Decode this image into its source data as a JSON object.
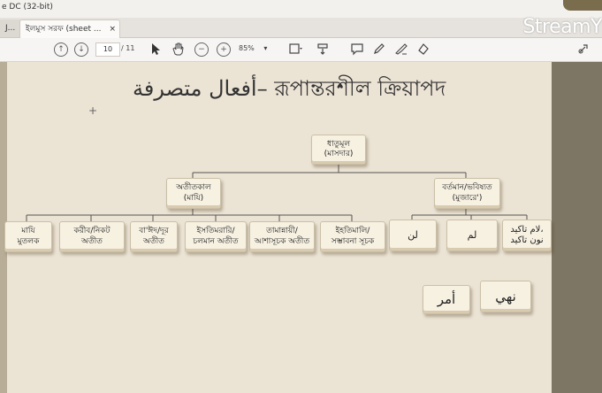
{
  "window": {
    "title": "e DC (32-bit)"
  },
  "tabs": [
    {
      "label": "J..."
    },
    {
      "label": "ইলমুস সরফ (sheet ...",
      "close": "×"
    }
  ],
  "stream_logo": "StreamY",
  "toolbar": {
    "prev_page": "↑",
    "next_page": "↓",
    "page_number": "10",
    "page_count": "/ 11",
    "zoom_out": "−",
    "zoom_in": "+",
    "zoom_level": "85%",
    "zoom_dropdown": "▾"
  },
  "slide": {
    "title": "أفعال متصرفة– রূপান্তরশীল ক্রিয়াপদ",
    "root": "ধাতুমূল\n(মাসদার)",
    "past": "অতীতকাল\n(মাযি)",
    "present": "বর্তমান/ভবিষ্যত\n(মুজারে')",
    "past_children": [
      "মাযি\nমুতলক",
      "করীব/নিকট\nঅতীত",
      "বা'ঈদ/দূর\nঅতীত",
      "ইসতিমরারি/\nচলমান অতীত",
      "তামান্নায়ী/\nআশাসূচক অতীত",
      "ইহতিমালি/\nসম্ভাবনা সূচক"
    ],
    "present_children": [
      "لن",
      "لم",
      "لام تاكيد،\nنون تاكيد"
    ],
    "bottom": [
      "أمر",
      "نهي"
    ]
  }
}
